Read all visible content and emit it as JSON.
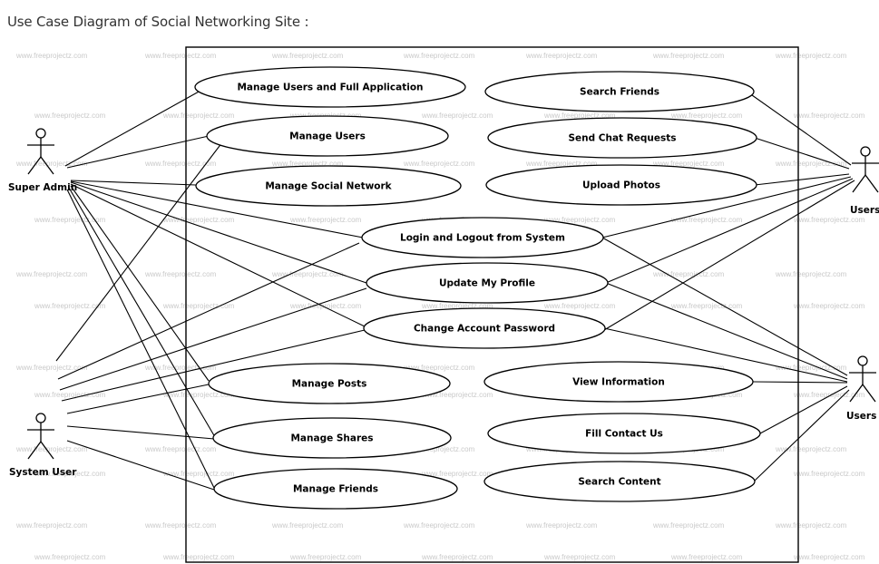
{
  "title": "Use Case Diagram of Social Networking Site :",
  "watermark": "www.freeprojectz.com",
  "actors": {
    "super_admin": "Super Admin",
    "system_user": "System User",
    "users_top": "Users",
    "users_bottom": "Users"
  },
  "use_cases": {
    "manage_users_full_app": "Manage Users and Full Application",
    "manage_users": "Manage Users",
    "manage_social_network": "Manage Social Network",
    "search_friends": "Search Friends",
    "send_chat_requests": "Send Chat Requests",
    "upload_photos": "Upload Photos",
    "login_logout": "Login and Logout from System",
    "update_profile": "Update My Profile",
    "change_password": "Change Account Password",
    "manage_posts": "Manage Posts",
    "manage_shares": "Manage Shares",
    "manage_friends": "Manage Friends",
    "view_information": "View Information",
    "fill_contact_us": "Fill Contact Us",
    "search_content": "Search Content"
  }
}
